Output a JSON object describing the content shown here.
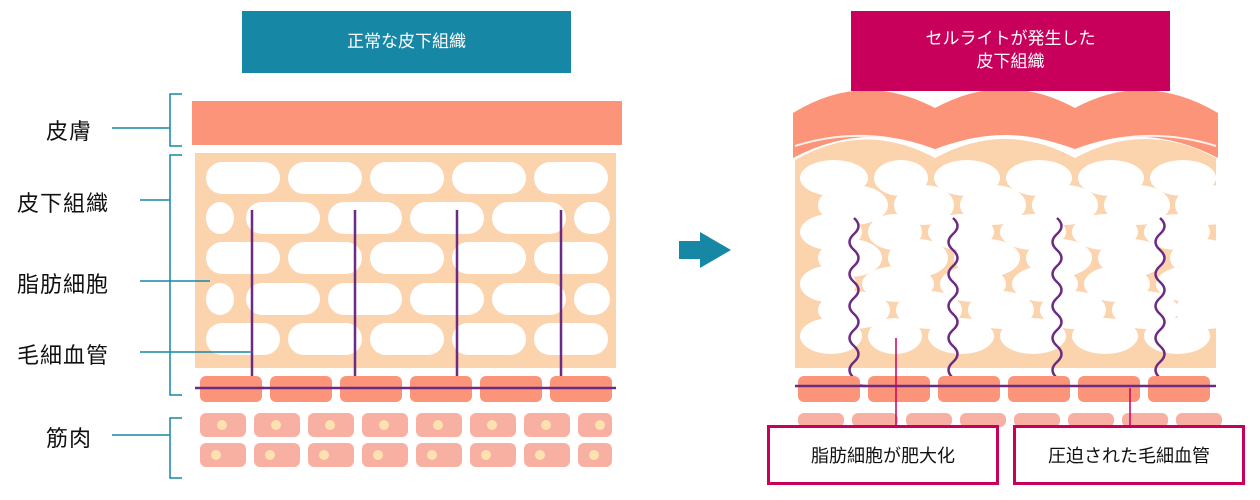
{
  "normal_title": "正常な皮下組織",
  "cellulite_title_line1": "セルライトが発生した",
  "cellulite_title_line2": "皮下組織",
  "labels": {
    "skin": "皮膚",
    "subcutaneous": "皮下組織",
    "fat_cells": "脂肪細胞",
    "capillaries": "毛細血管",
    "muscle": "筋肉"
  },
  "callouts": {
    "fat_enlarged": "脂肪細胞が肥大化",
    "compressed_capillaries": "圧迫された毛細血管"
  },
  "colors": {
    "teal": "#1787a6",
    "magenta": "#c8005c",
    "skin": "#fb9479",
    "tissue": "#fbd3ad",
    "vessel": "#6c2b82",
    "muscle": "#f8b0a3"
  }
}
